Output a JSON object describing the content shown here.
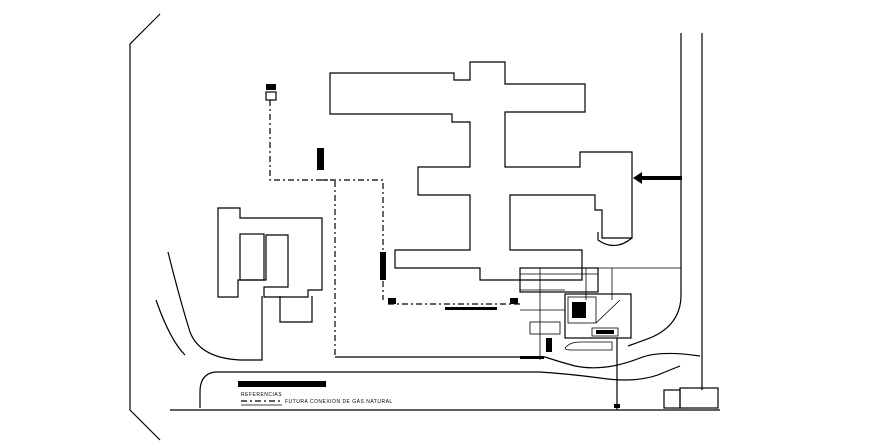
{
  "legend": {
    "title": "REFERENCIAS",
    "items": [
      {
        "label": "FUTURA CONEXION DE GAS NATURAL",
        "style": "dash-dot"
      }
    ]
  }
}
